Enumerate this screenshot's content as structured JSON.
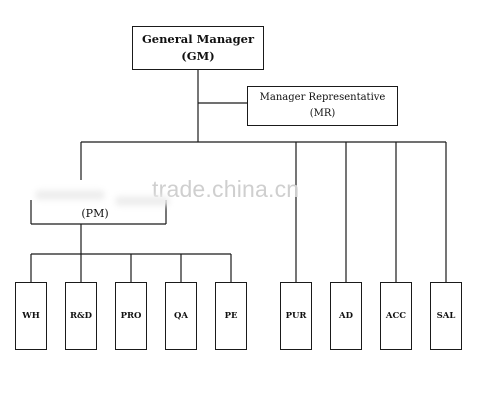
{
  "top": {
    "title": "General Manager",
    "abbr": "(GM)"
  },
  "representative": {
    "title": "Manager Representative",
    "abbr": "(MR)"
  },
  "production": {
    "abbr": "(PM)"
  },
  "production_units": [
    "WH",
    "R&D",
    "PRO",
    "QA",
    "PE"
  ],
  "other_departments": [
    "PUR",
    "AD",
    "ACC",
    "SAL"
  ],
  "watermark": "trade.china.cn",
  "colors": {
    "line": "#1a1a1a",
    "watermark": "#cfcfcf"
  }
}
